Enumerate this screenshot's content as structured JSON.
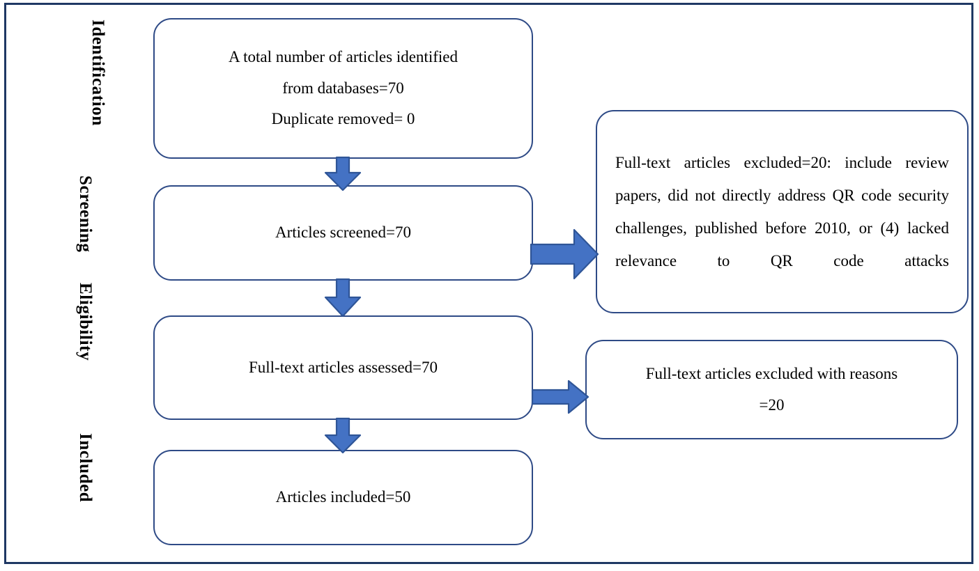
{
  "diagram": {
    "type": "prisma-flow-diagram",
    "frame_color": "#1F3864",
    "box_border_color": "#2E4A86",
    "arrow_fill_color": "#4472C4",
    "arrow_stroke_color": "#2F5597",
    "stage_labels": [
      {
        "id": "identification",
        "text": "Identification"
      },
      {
        "id": "screening",
        "text": "Screening"
      },
      {
        "id": "eligibility",
        "text": "Eligibility"
      },
      {
        "id": "included",
        "text": "Included"
      }
    ],
    "main_boxes": [
      {
        "id": "identification-box",
        "lines": [
          "A total number of articles identified",
          "from databases=70",
          "Duplicate removed= 0"
        ]
      },
      {
        "id": "screening-box",
        "lines": [
          "Articles screened=70"
        ]
      },
      {
        "id": "eligibility-box",
        "lines": [
          "Full-text articles assessed=70"
        ]
      },
      {
        "id": "included-box",
        "lines": [
          "Articles included=50"
        ]
      }
    ],
    "side_boxes": [
      {
        "id": "excluded-screening-box",
        "text": "Full-text articles excluded=20: include review papers, did not directly address QR code security challenges, published before 2010, or (4) lacked relevance to QR code attacks"
      },
      {
        "id": "excluded-eligibility-box",
        "lines": [
          "Full-text articles excluded with reasons",
          "=20"
        ]
      }
    ],
    "arrows": [
      {
        "id": "arrow-identification-to-screening",
        "direction": "down"
      },
      {
        "id": "arrow-screening-to-eligibility",
        "direction": "down"
      },
      {
        "id": "arrow-eligibility-to-included",
        "direction": "down"
      },
      {
        "id": "arrow-screening-to-excluded",
        "direction": "right"
      },
      {
        "id": "arrow-eligibility-to-excluded",
        "direction": "right"
      }
    ],
    "counts": {
      "identified_from_databases": 70,
      "duplicates_removed": 0,
      "screened": 70,
      "full_text_assessed": 70,
      "excluded_at_screening": 20,
      "excluded_with_reasons": 20,
      "included": 50
    }
  }
}
